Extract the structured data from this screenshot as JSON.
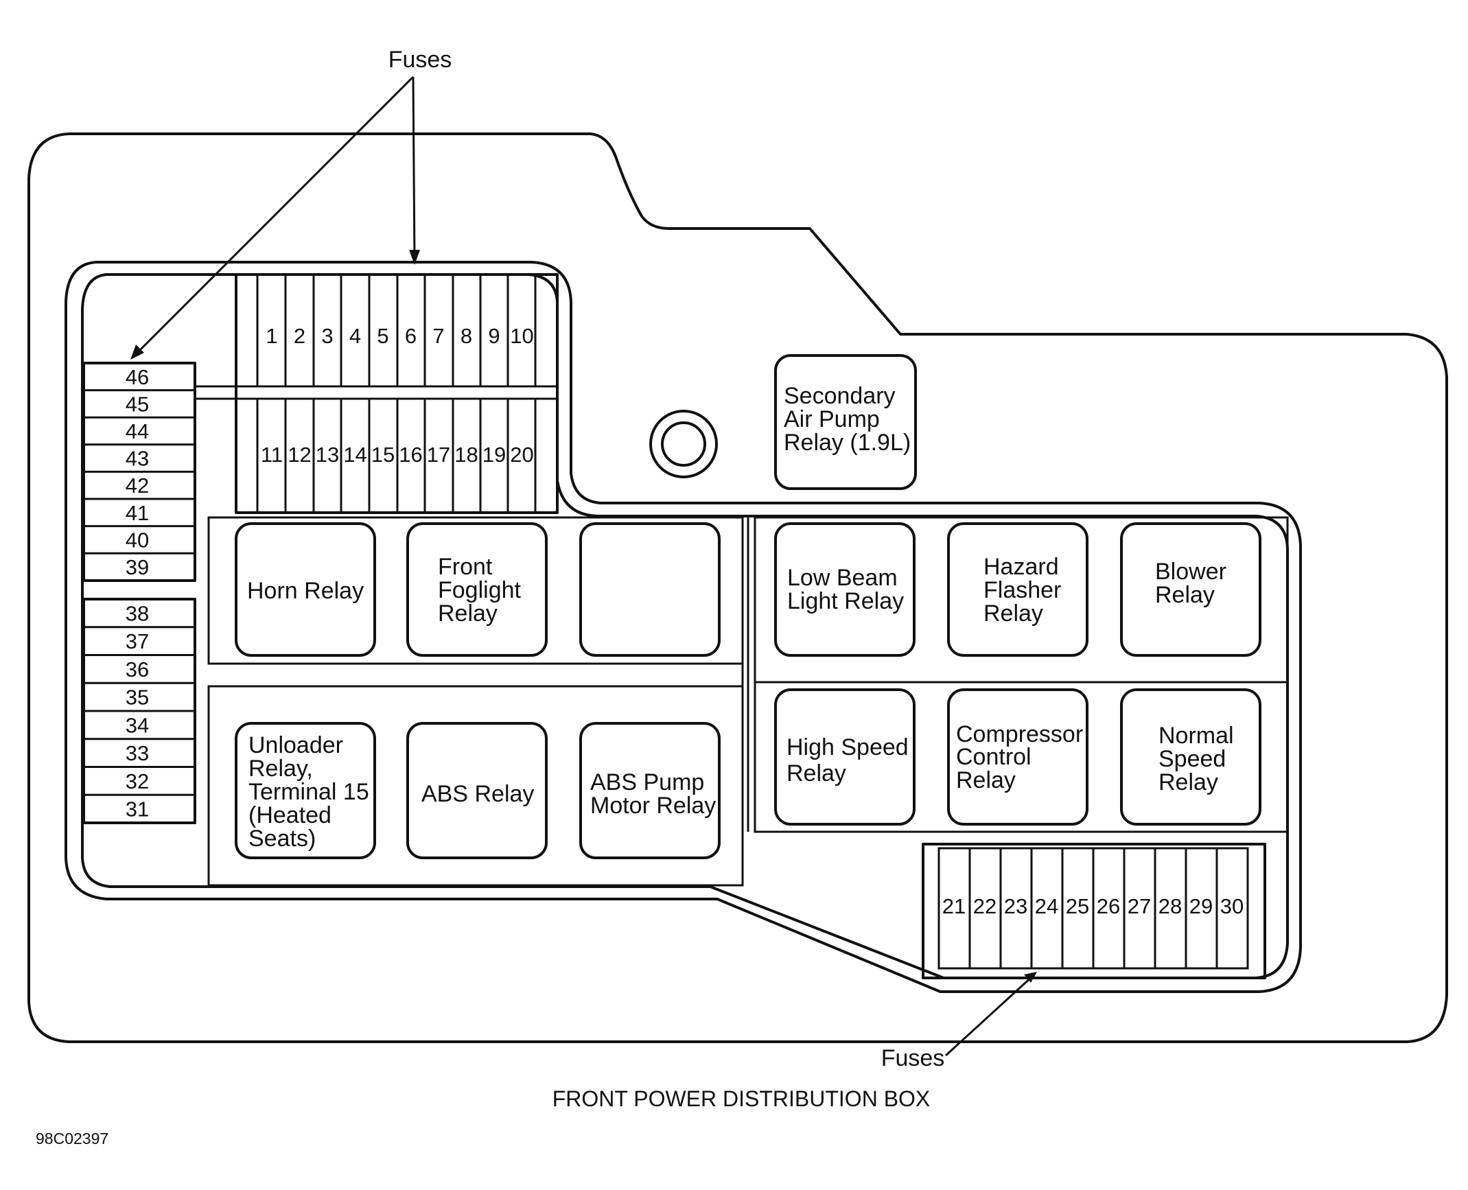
{
  "callouts": {
    "fuses_top": "Fuses",
    "fuses_bottom": "Fuses"
  },
  "caption": "FRONT POWER DISTRIBUTION BOX",
  "figure_code": "98C02397",
  "fuses": {
    "top_row": [
      "1",
      "2",
      "3",
      "4",
      "5",
      "6",
      "7",
      "8",
      "9",
      "10"
    ],
    "second_row": [
      "11",
      "12",
      "13",
      "14",
      "15",
      "16",
      "17",
      "18",
      "19",
      "20"
    ],
    "bottom_right_row": [
      "21",
      "22",
      "23",
      "24",
      "25",
      "26",
      "27",
      "28",
      "29",
      "30"
    ],
    "left_lower_column": [
      "38",
      "37",
      "36",
      "35",
      "34",
      "33",
      "32",
      "31"
    ],
    "left_upper_column": [
      "46",
      "45",
      "44",
      "43",
      "42",
      "41",
      "40",
      "39"
    ]
  },
  "relays": {
    "secondary_air_pump": [
      "Secondary",
      "Air Pump",
      "Relay (1.9L)"
    ],
    "horn": [
      "Horn Relay"
    ],
    "front_foglight": [
      "Front",
      "Foglight",
      "Relay"
    ],
    "empty_slot": [],
    "low_beam": [
      "Low Beam",
      "Light Relay"
    ],
    "hazard_flasher": [
      "Hazard",
      "Flasher",
      "Relay"
    ],
    "blower": [
      "Blower",
      "Relay"
    ],
    "unloader": [
      "Unloader",
      "Relay,",
      "Terminal 15",
      "(Heated",
      "Seats)"
    ],
    "abs": [
      "ABS Relay"
    ],
    "abs_pump_motor": [
      "ABS Pump",
      "Motor Relay"
    ],
    "high_speed": [
      "High Speed",
      "Relay"
    ],
    "compressor_control": [
      "Compressor",
      "Control",
      "Relay"
    ],
    "normal_speed": [
      "Normal",
      "Speed",
      "Relay"
    ]
  }
}
